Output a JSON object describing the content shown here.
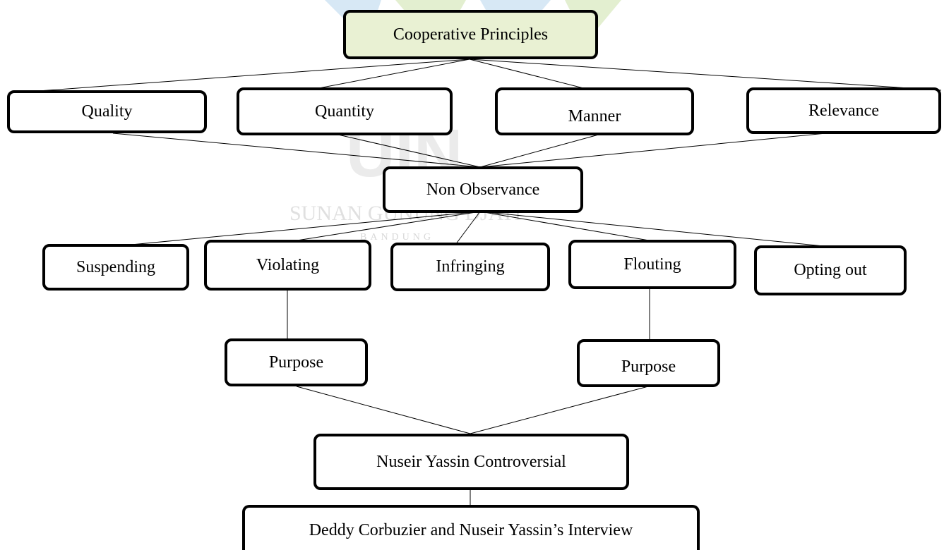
{
  "diagram": {
    "watermark": {
      "logo_text": "UIN",
      "sub_text": "SUNAN GUNUNG DJATI",
      "sub_text_2": "BANDUNG"
    },
    "nodes": {
      "cooperative_principles": "Cooperative Principles",
      "quality": "Quality",
      "quantity": "Quantity",
      "manner": "Manner",
      "relevance": "Relevance",
      "non_observance": "Non Observance",
      "suspending": "Suspending",
      "violating": "Violating",
      "infringing": "Infringing",
      "flouting": "Flouting",
      "opting_out": "Opting out",
      "purpose_left": "Purpose",
      "purpose_right": "Purpose",
      "nuseir_controversial": "Nuseir Yassin Controversial",
      "interview": "Deddy Corbuzier and Nuseir Yassin’s Interview"
    },
    "colors": {
      "border": "#000000",
      "line": "#000000",
      "top_node_fill": "#e9f1d3",
      "watermark": "#ebebeb"
    }
  }
}
